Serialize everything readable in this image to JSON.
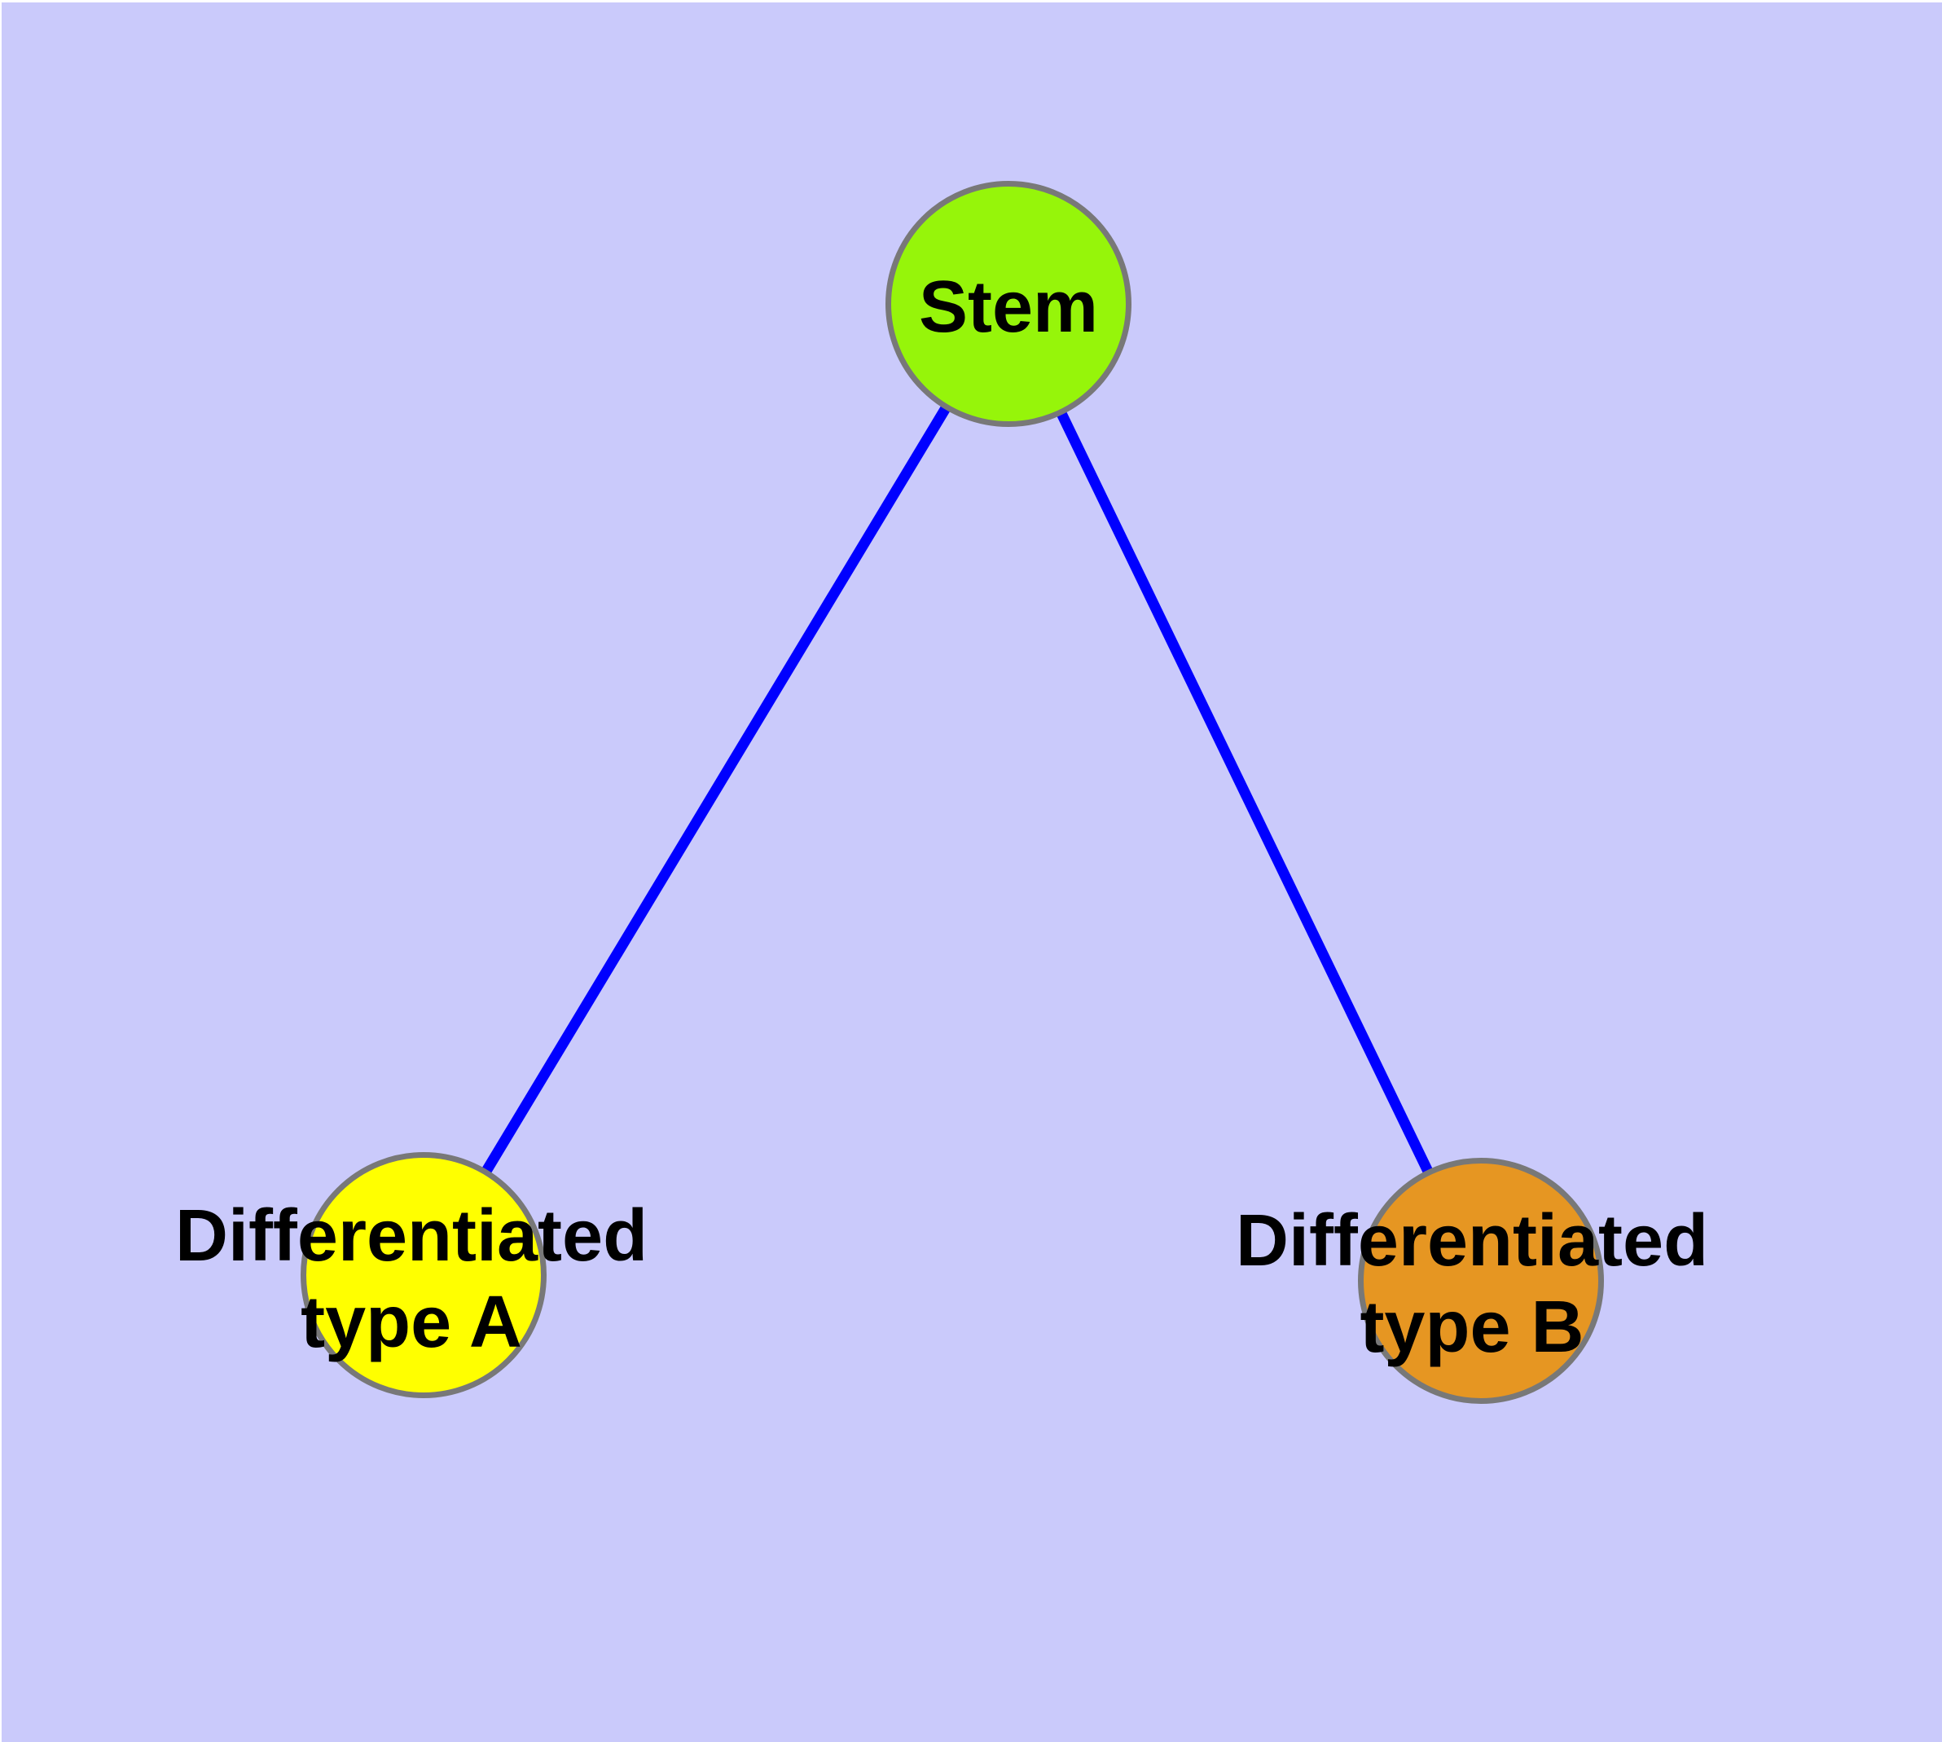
{
  "diagram": {
    "type": "graph",
    "description_of_visible_content": "Undirected tree: Stem node connected to two differentiated cell type nodes",
    "nodes": [
      {
        "id": "stem",
        "label_lines": [
          "Stem"
        ],
        "line1": "Stem",
        "line2": ""
      },
      {
        "id": "type-a",
        "label_lines": [
          "Differentiated",
          "type A"
        ],
        "line1": "Differentiated",
        "line2": "type A"
      },
      {
        "id": "type-b",
        "label_lines": [
          "Differentiated",
          "type B"
        ],
        "line1": "Differentiated",
        "line2": "type B"
      }
    ],
    "edges": [
      {
        "from": "stem",
        "to": "type-a"
      },
      {
        "from": "stem",
        "to": "type-b"
      }
    ]
  },
  "colors": {
    "background": "#cacafb",
    "page_margin": "#ffffff",
    "edge": "#0000ff",
    "node_border": "#787878",
    "label_text": "#000000",
    "stem_fill": "#96f50a",
    "type_a_fill": "#ffff00",
    "type_b_fill": "#e69622"
  }
}
